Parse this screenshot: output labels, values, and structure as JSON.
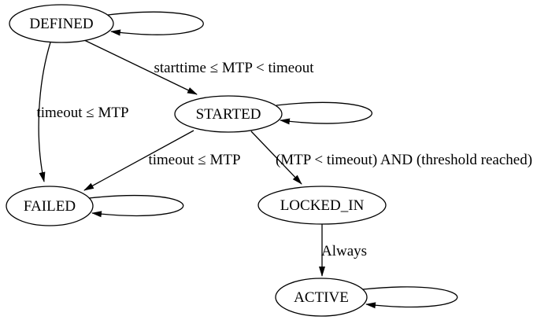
{
  "diagram": {
    "type": "state-machine",
    "background_color": "#ffffff",
    "line_color": "#000000",
    "text_color": "#000000",
    "states": [
      {
        "label": "DEFINED",
        "self_transition": true
      },
      {
        "label": "STARTED",
        "self_transition": true
      },
      {
        "label": "FAILED",
        "self_transition": true
      },
      {
        "label": "LOCKED_IN",
        "self_transition": false
      },
      {
        "label": "ACTIVE",
        "self_transition": true
      }
    ],
    "transitions": [
      {
        "from": "DEFINED",
        "to": "STARTED",
        "label": "starttime ≤ MTP < timeout"
      },
      {
        "from": "DEFINED",
        "to": "FAILED",
        "label": "timeout ≤ MTP"
      },
      {
        "from": "STARTED",
        "to": "FAILED",
        "label": "timeout ≤ MTP"
      },
      {
        "from": "STARTED",
        "to": "LOCKED_IN",
        "label": "(MTP < timeout) AND (threshold reached)"
      },
      {
        "from": "LOCKED_IN",
        "to": "ACTIVE",
        "label": "Always"
      }
    ]
  }
}
